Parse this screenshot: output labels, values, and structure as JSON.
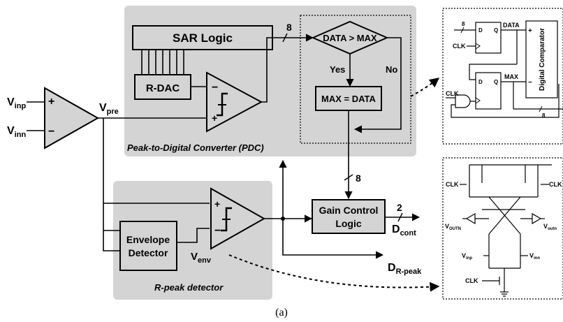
{
  "pdc": {
    "region_label": "Peak-to-Digital Converter (PDC)",
    "sar_logic": "SAR Logic",
    "rdac": "R-DAC",
    "bus_width": "8",
    "decision": "DATA > MAX",
    "yes": "Yes",
    "no": "No",
    "assign": "MAX = DATA",
    "bus_width_down": "8"
  },
  "input_amp": {
    "in_p_main": "V",
    "in_p_sub": "inp",
    "in_n_main": "V",
    "in_n_sub": "inn",
    "plus": "+",
    "minus": "−",
    "out_main": "V",
    "out_sub": "pre"
  },
  "comparator_symbols": {
    "plus": "+",
    "minus": "−"
  },
  "rpeak": {
    "region_label": "R-peak detector",
    "envelope_line1": "Envelope",
    "envelope_line2": "Detector",
    "env_main": "V",
    "env_sub": "env"
  },
  "gain": {
    "line1": "Gain Control",
    "line2": "Logic",
    "bus_width": "2",
    "out_main": "D",
    "out_sub": "cont"
  },
  "rpeak_out": {
    "main": "D",
    "sub": "R-peak"
  },
  "inset_digital": {
    "data_in": "8",
    "d1": "D",
    "q1": "Q",
    "clk1": "CLK",
    "data_label": "DATA",
    "max_label": "MAX",
    "d2": "D",
    "q2": "Q",
    "clk2": "CLK",
    "comparator": "Digital Comparator",
    "plus": "+",
    "minus": "−",
    "bus_out": "8"
  },
  "inset_analog": {
    "clk_left": "CLK",
    "clk_right": "CLK",
    "voutn_left": "V",
    "voutn_left_sub": "OUTN",
    "voutn_right": "V",
    "voutn_right_sub": "outn",
    "vinp": "V",
    "vinp_sub": "inp",
    "vinn": "V",
    "vinn_sub": "inn",
    "clk_bottom": "CLK"
  },
  "caption": "(a)"
}
